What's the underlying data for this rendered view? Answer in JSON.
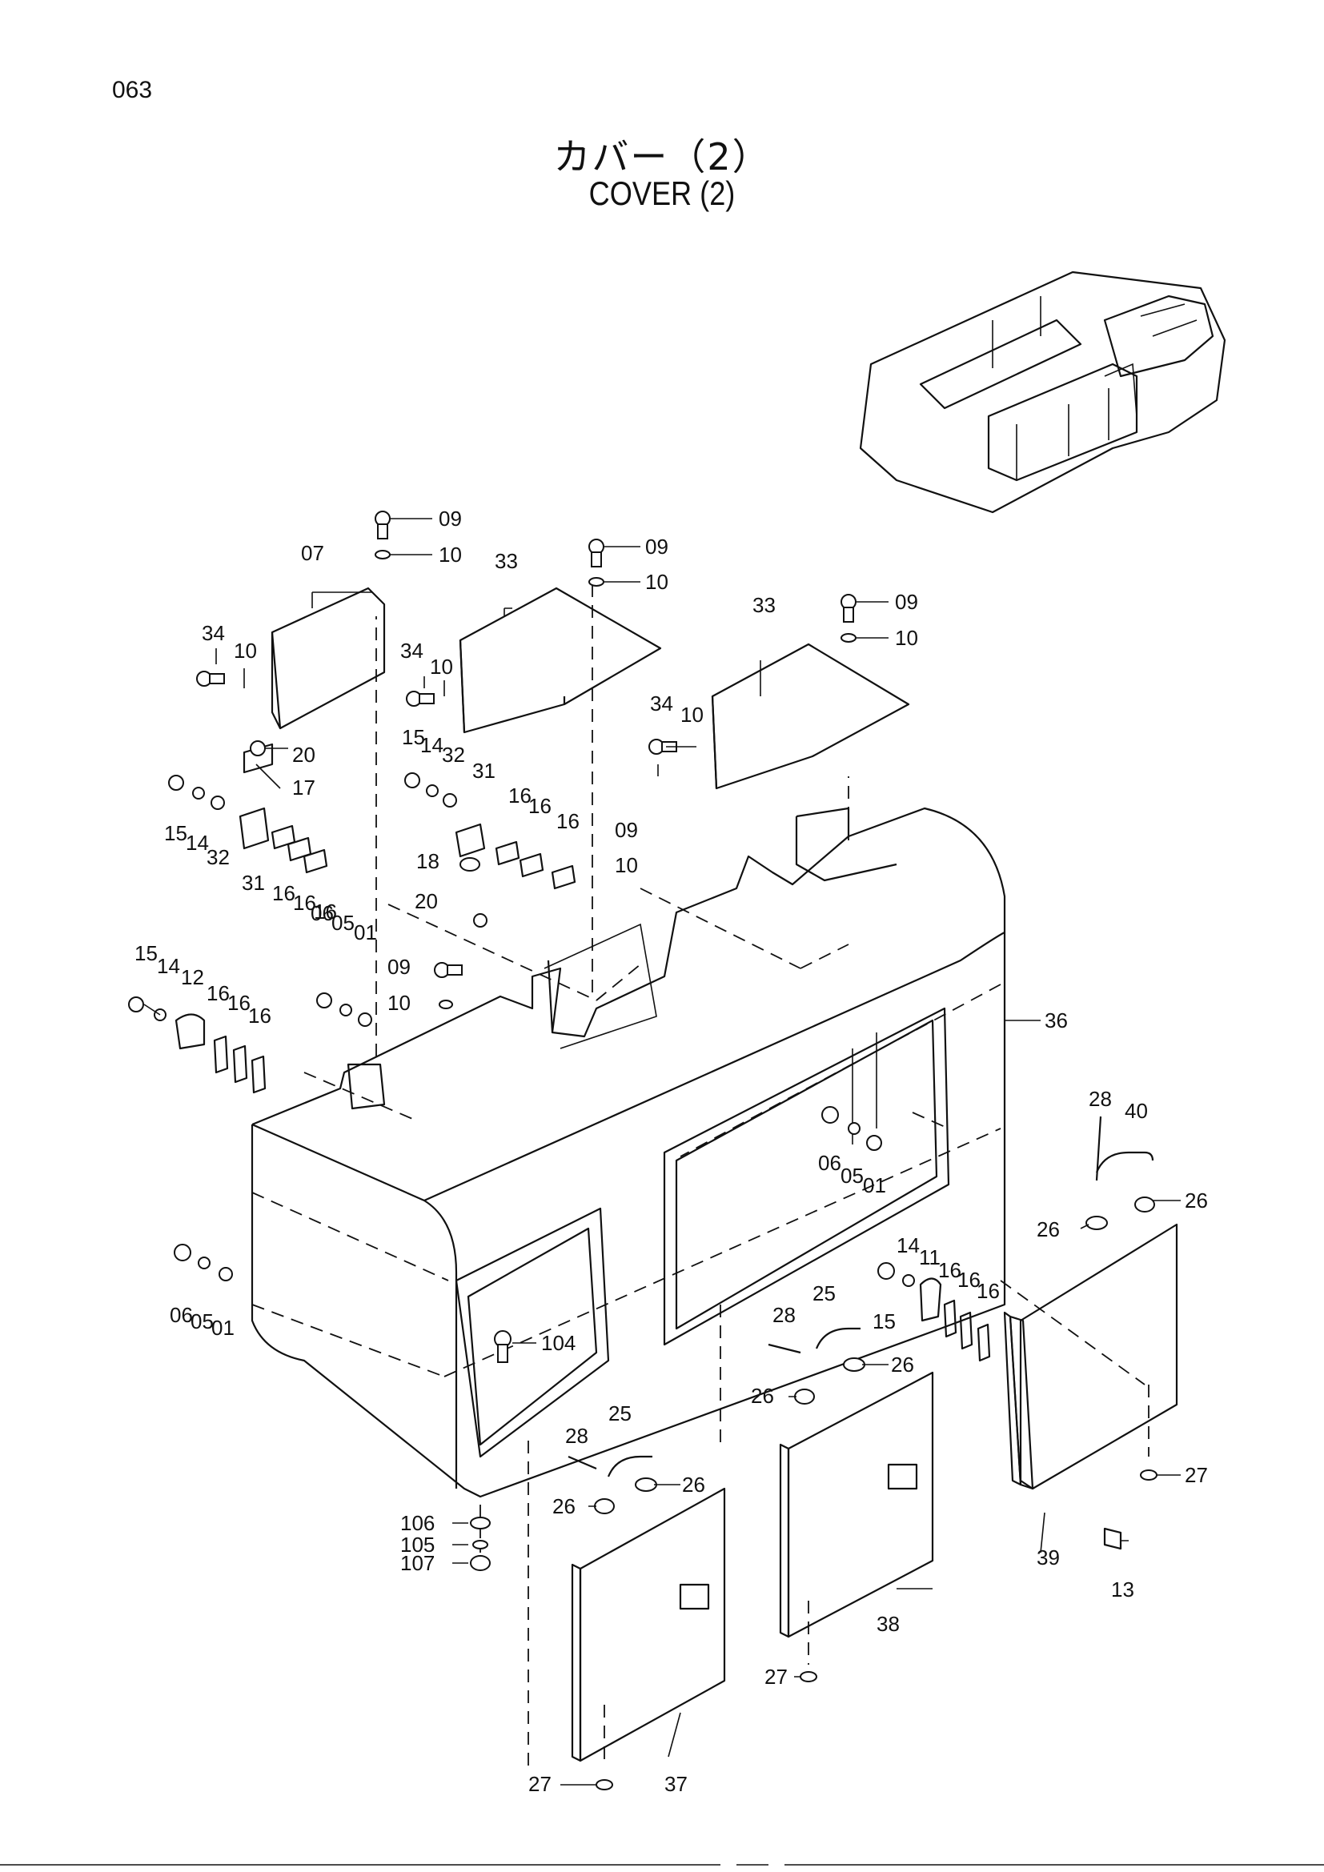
{
  "page_number": "063",
  "title_jp": "カバー（2）",
  "title_en": "COVER (2)",
  "callouts": [
    "09",
    "10",
    "07",
    "33",
    "09",
    "10",
    "33",
    "09",
    "10",
    "34",
    "10",
    "34",
    "10",
    "34",
    "10",
    "20",
    "17",
    "15",
    "14",
    "32",
    "15",
    "14",
    "32",
    "31",
    "31",
    "16",
    "16",
    "16",
    "16",
    "16",
    "16",
    "18",
    "20",
    "09",
    "10",
    "36",
    "15",
    "14",
    "12",
    "16",
    "16",
    "16",
    "06",
    "05",
    "01",
    "09",
    "10",
    "28",
    "40",
    "26",
    "26",
    "06",
    "05",
    "01",
    "14",
    "11",
    "16",
    "16",
    "16",
    "15",
    "28",
    "25",
    "26",
    "06",
    "05",
    "01",
    "104",
    "26",
    "28",
    "25",
    "26",
    "27",
    "39",
    "13",
    "26",
    "38",
    "27",
    "106",
    "105",
    "107",
    "37",
    "27"
  ]
}
